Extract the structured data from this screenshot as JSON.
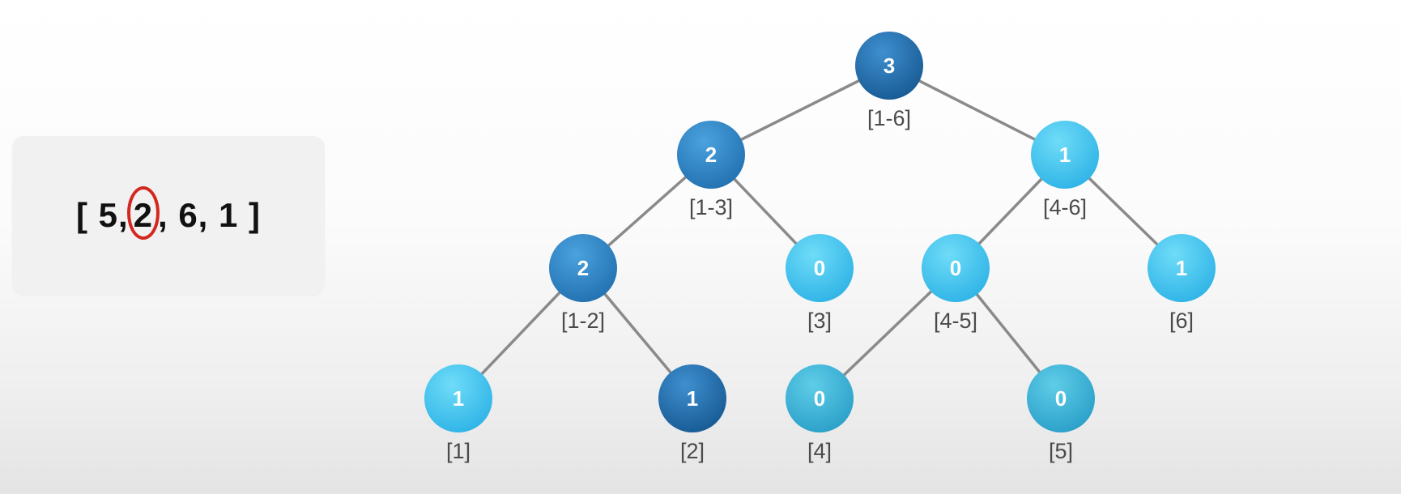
{
  "array": {
    "open": "[ 5,",
    "highlighted": "2",
    "rest": ", 6, 1 ]"
  },
  "colors": {
    "dark": "#1f6aa8",
    "medium": "#2f86c8",
    "light": "#3fc2ec",
    "teal": "#3bb4d8",
    "edge": "#8a8a8a",
    "highlight_ring": "#d3281f"
  },
  "tree": {
    "nodes": [
      {
        "id": "n1",
        "value": "3",
        "range": "[1-6]",
        "shade": "dark"
      },
      {
        "id": "n2",
        "value": "2",
        "range": "[1-3]",
        "shade": "medium"
      },
      {
        "id": "n3",
        "value": "1",
        "range": "[4-6]",
        "shade": "light"
      },
      {
        "id": "n4",
        "value": "2",
        "range": "[1-2]",
        "shade": "medium"
      },
      {
        "id": "n5",
        "value": "0",
        "range": "[3]",
        "shade": "light"
      },
      {
        "id": "n6",
        "value": "0",
        "range": "[4-5]",
        "shade": "light"
      },
      {
        "id": "n7",
        "value": "1",
        "range": "[6]",
        "shade": "light"
      },
      {
        "id": "n8",
        "value": "1",
        "range": "[1]",
        "shade": "light"
      },
      {
        "id": "n9",
        "value": "1",
        "range": "[2]",
        "shade": "dark"
      },
      {
        "id": "n10",
        "value": "0",
        "range": "[4]",
        "shade": "teal"
      },
      {
        "id": "n11",
        "value": "0",
        "range": "[5]",
        "shade": "teal"
      }
    ],
    "edges": [
      [
        "n1",
        "n2"
      ],
      [
        "n1",
        "n3"
      ],
      [
        "n2",
        "n4"
      ],
      [
        "n2",
        "n5"
      ],
      [
        "n3",
        "n6"
      ],
      [
        "n3",
        "n7"
      ],
      [
        "n4",
        "n8"
      ],
      [
        "n4",
        "n9"
      ],
      [
        "n6",
        "n10"
      ],
      [
        "n6",
        "n11"
      ]
    ]
  }
}
